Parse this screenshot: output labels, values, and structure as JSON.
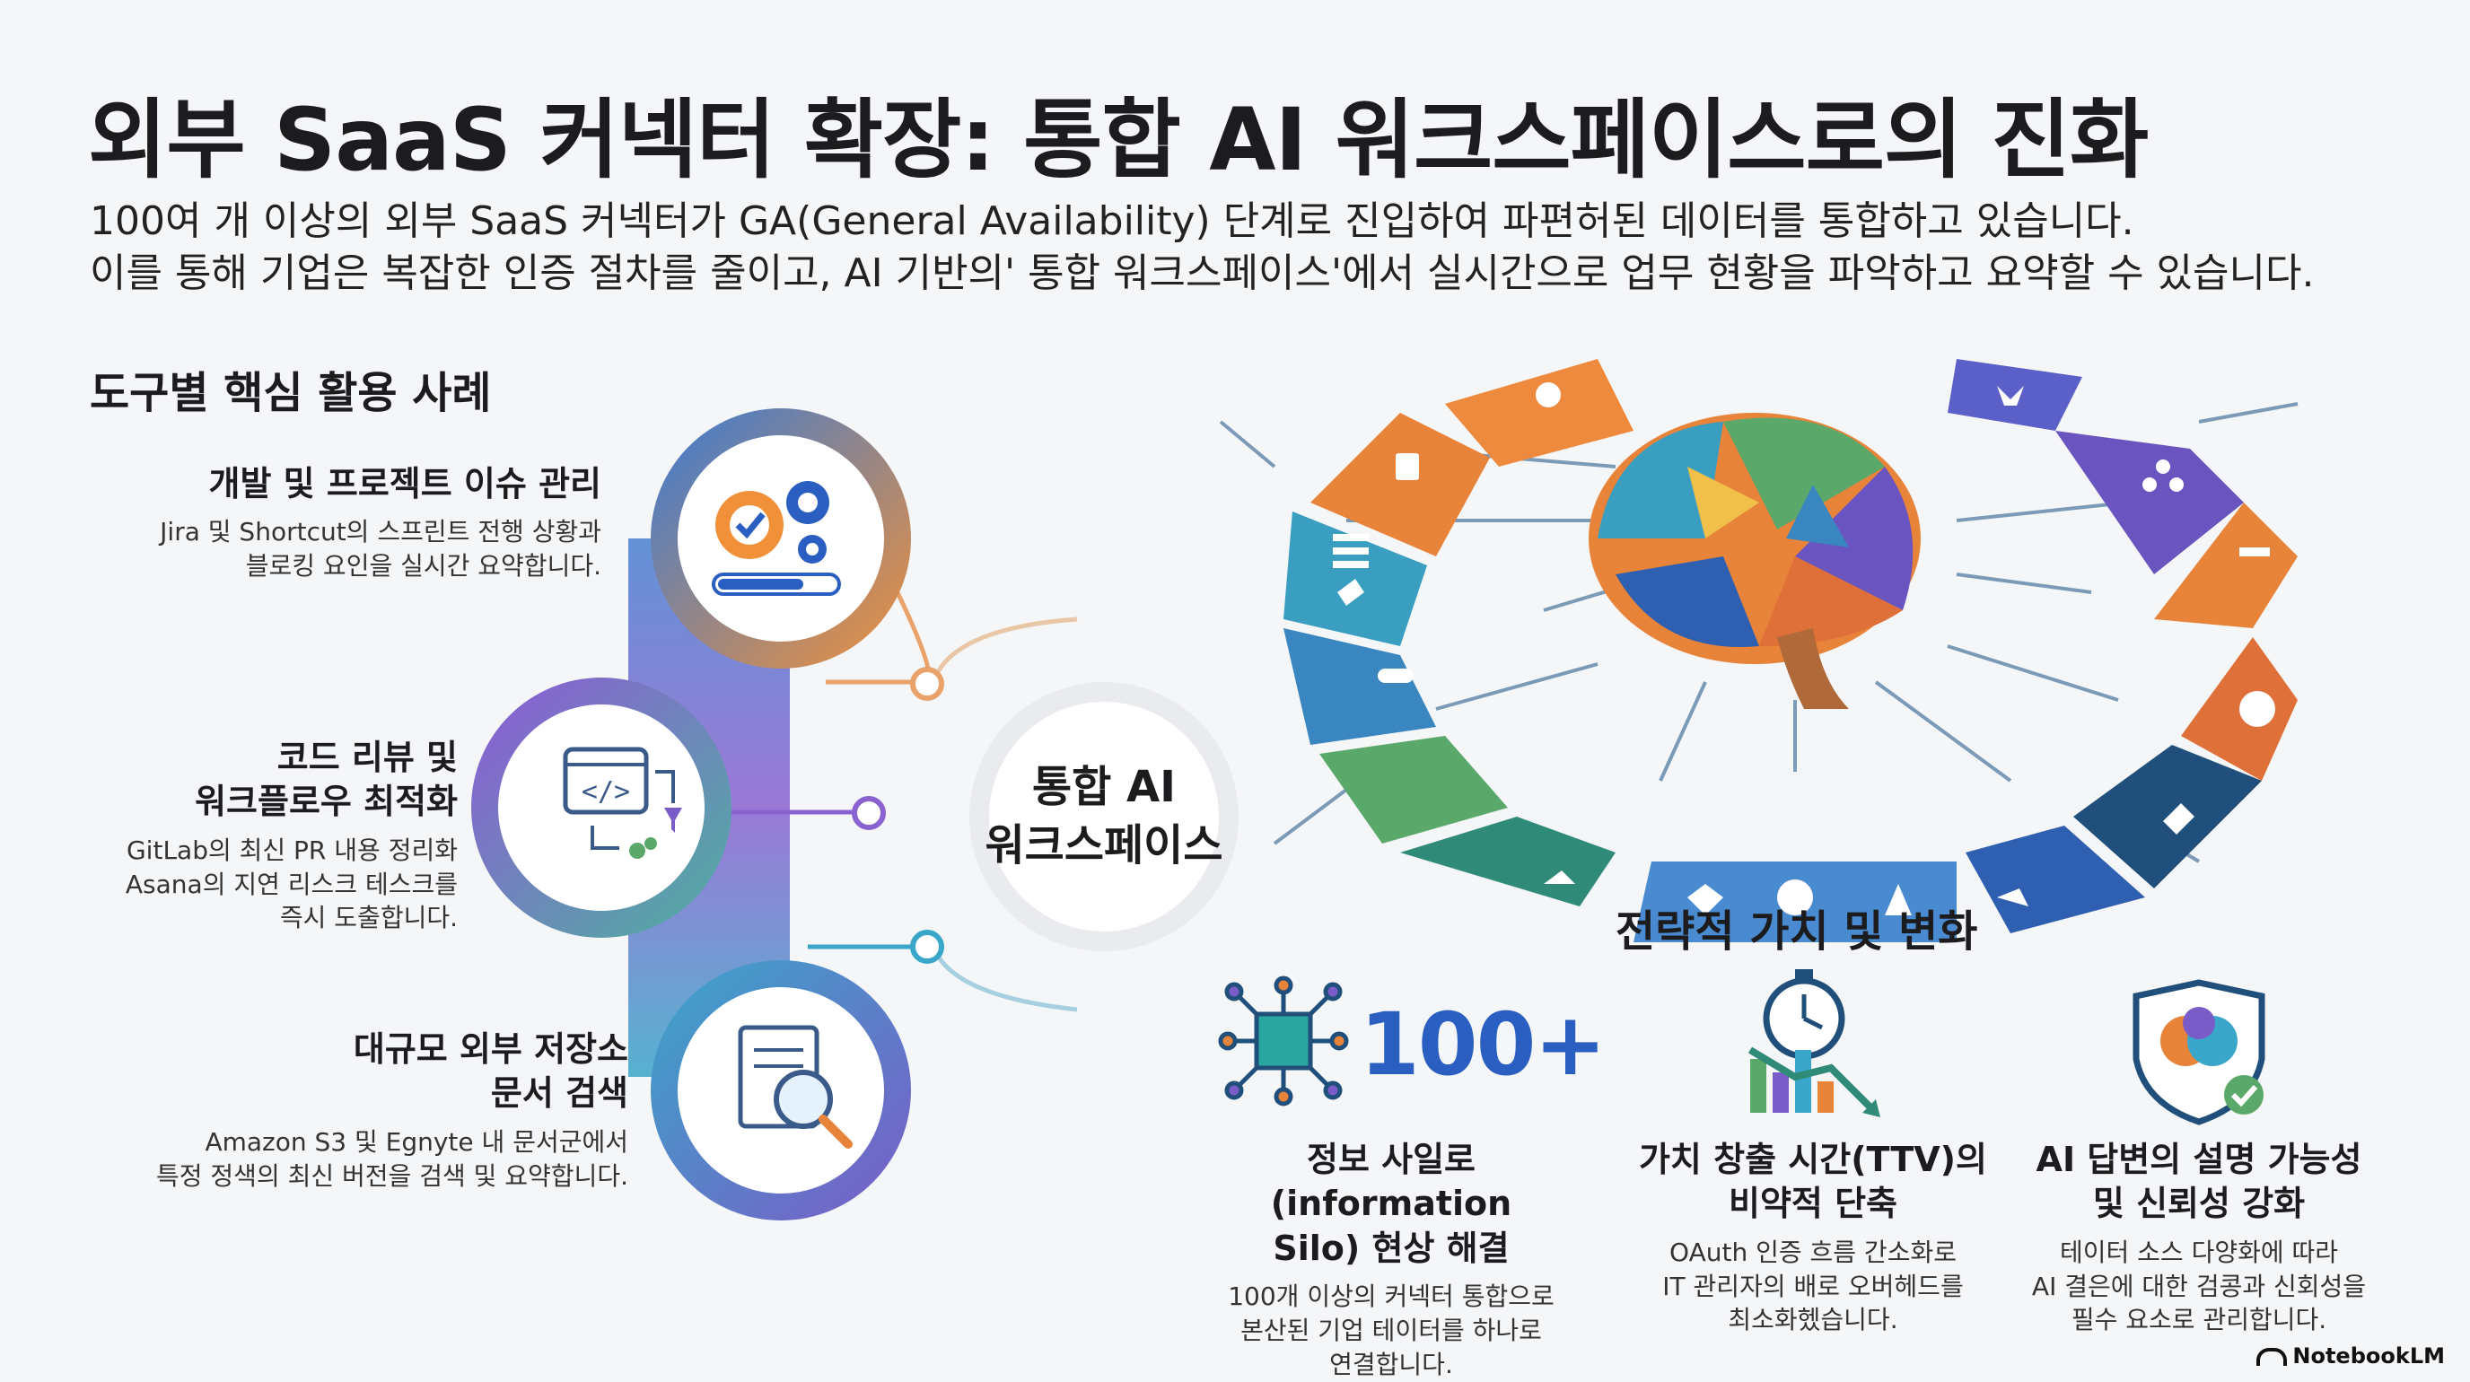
{
  "title": "외부 SaaS 커넥터 확장: 통합 AI 워크스페이스로의 진화",
  "subtitle": {
    "line1": "100여 개 이상의 외부 SaaS 커넥터가 GA(General Availability) 단계로 진입하여 파편허된 데이터를 통합하고 있습니다.",
    "line2": "이를 통해 기업은 복잡한 인증 절차를 줄이고, AI 기반의' 통합 워크스페이스'에서 실시간으로 업무 현황을 파악하고 요약할 수 있습니다."
  },
  "use_cases": {
    "heading": "도구별 핵심 활용 사례",
    "hub": {
      "line1": "통합 AI",
      "line2": "워크스페이스"
    },
    "items": [
      {
        "title_line1": "개발 및 프로젝트 이슈 관리",
        "title_line2": "",
        "desc_line1": "Jira 및 Shortcut의 스프린트 전행 상황과",
        "desc_line2": "블로킹 요인을 실시간 요약합니다.",
        "desc_line3": "",
        "icon": "gears-progress-icon"
      },
      {
        "title_line1": "코드 리뷰 및",
        "title_line2": "워크플로우 최적화",
        "desc_line1": "GitLab의 최신 PR 내용 정리화",
        "desc_line2": "Asana의 지연 리스크 테스크를",
        "desc_line3": "즉시 도출합니다.",
        "icon": "code-workflow-icon"
      },
      {
        "title_line1": "대규모 외부 저장소",
        "title_line2": "문서 검색",
        "desc_line1": "Amazon S3 및 Egnyte 내 문서군에서",
        "desc_line2": "특정 정색의 최신 버전을 검색 및 요약합니다.",
        "desc_line3": "",
        "icon": "document-search-icon"
      }
    ]
  },
  "strategic": {
    "heading": "전략적 가치 및 변화",
    "big_number": "100+",
    "items": [
      {
        "title_line1": "정보 사일로(information",
        "title_line2": "Silo) 현상 해결",
        "desc_line1": "100개 이상의 커넥터 통합으로",
        "desc_line2": "본산된 기업 테이터를 하나로",
        "desc_line3": "연결합니다.",
        "icon": "network-cube-icon"
      },
      {
        "title_line1": "가치 창출 시간(TTV)의",
        "title_line2": "비약적 단축",
        "desc_line1": "OAuth 인증 흐름 간소화로",
        "desc_line2": "IT 관리자의 배로 오버헤드를",
        "desc_line3": "최소화헸습니다.",
        "icon": "stopwatch-chart-icon"
      },
      {
        "title_line1": "AI 답변의 설명 가능성",
        "title_line2": "및 신뢰성 강화",
        "desc_line1": "테이터 소스 다양화에 따라",
        "desc_line2": "AI 결은에 대한 검콩과 신회성을",
        "desc_line3": "필수 요소로 관리합니다.",
        "icon": "shield-brain-check-icon"
      }
    ]
  },
  "brand": "NotebookLM",
  "colors": {
    "accent_blue": "#2a5fc1",
    "orange": "#e8833a",
    "purple": "#7a5cc8",
    "teal": "#3aa6b9",
    "green": "#5aa86a"
  }
}
